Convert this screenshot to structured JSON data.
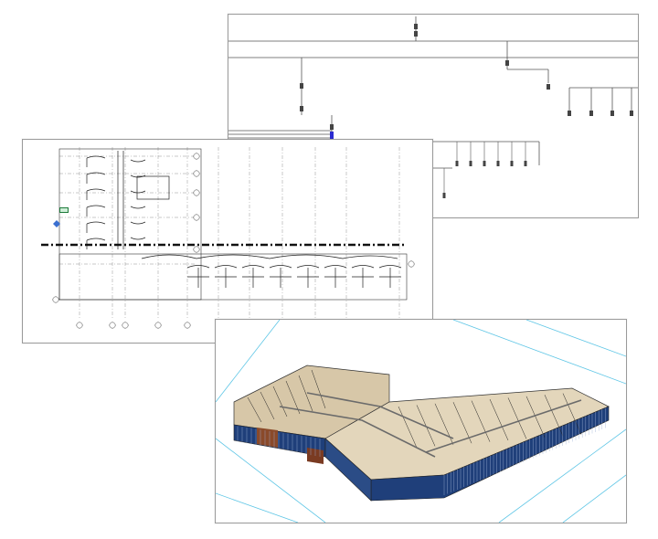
{
  "collage": {
    "sheets": [
      {
        "id": "schematic",
        "kind": "single-line electrical riser diagram"
      },
      {
        "id": "floorplan",
        "kind": "electrical floor plan with grid"
      },
      {
        "id": "model3d",
        "kind": "3D isometric building model"
      }
    ]
  },
  "colors": {
    "line": "#444444",
    "label_blue": "#3a3ad0",
    "grid_cyan": "#5fc6e6",
    "glass": "#1f3f7a",
    "wood": "#8a4a2a",
    "floor": "#d7c7a8"
  },
  "icons": [
    "panel-icon",
    "grid-bubble-icon",
    "north-arrow-icon"
  ]
}
